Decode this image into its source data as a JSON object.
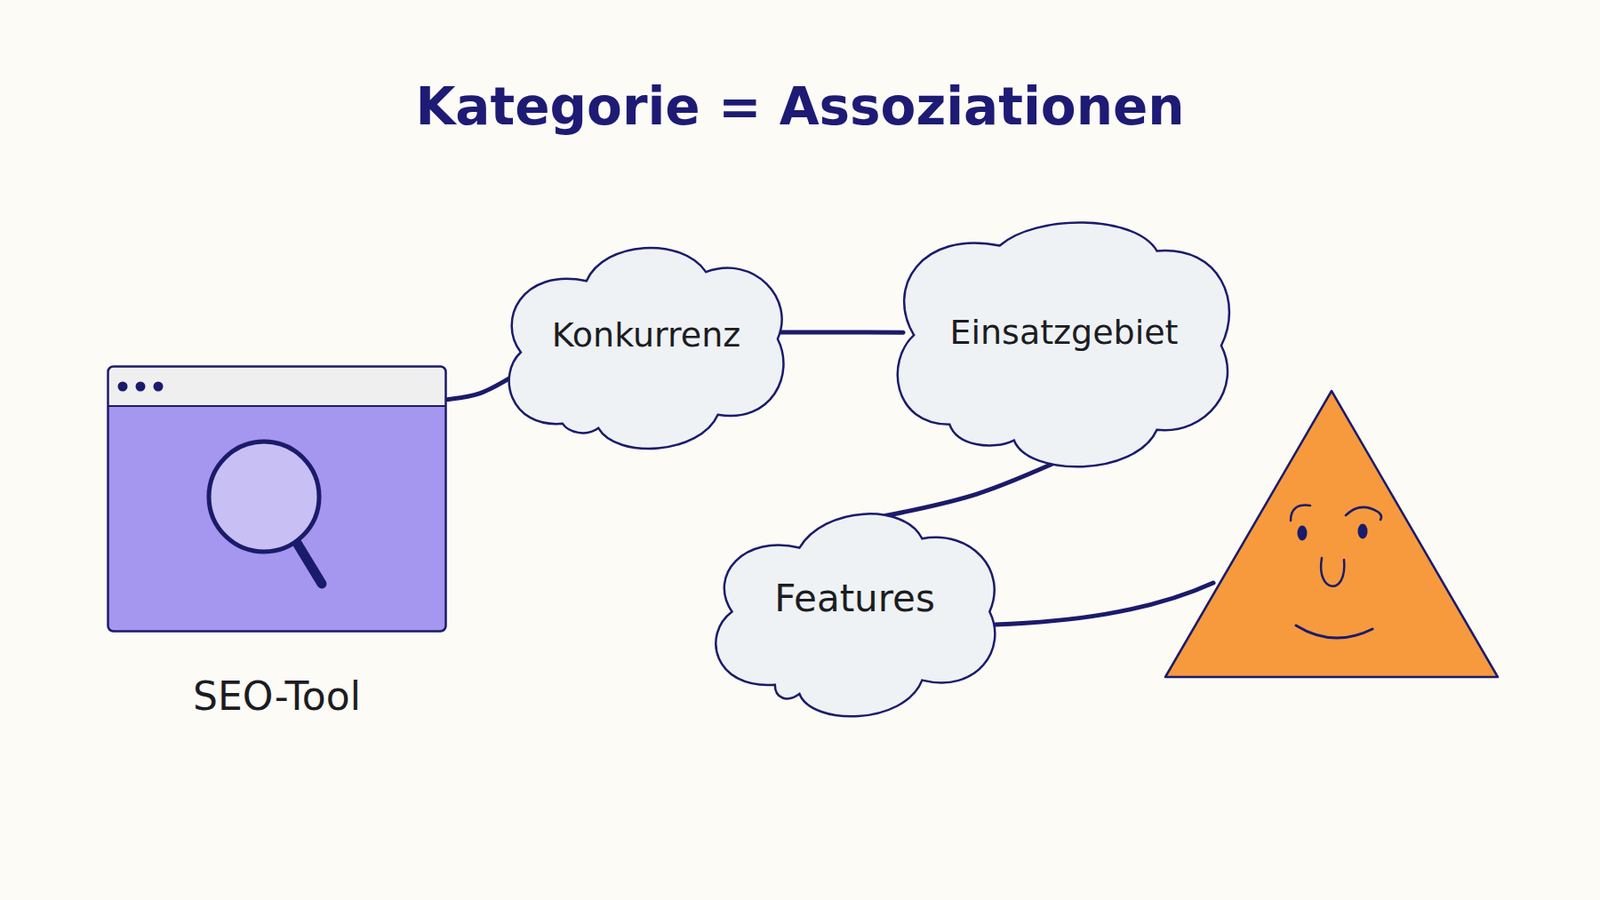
{
  "diagram": {
    "title": "Kategorie = Assoziationen",
    "nodes": [
      {
        "text": [
          "SEO-Tool"
        ]
      },
      {
        "text": [
          "Konkurrenz"
        ]
      },
      {
        "text": [
          "Einsatzgebiet"
        ]
      },
      {
        "text": [
          "Features"
        ]
      }
    ],
    "edges": [
      {
        "from": 0,
        "to": 1,
        "arrow": "none"
      },
      {
        "from": 1,
        "to": 2,
        "arrow": "none"
      },
      {
        "from": 2,
        "to": 3,
        "arrow": "none"
      }
    ]
  }
}
